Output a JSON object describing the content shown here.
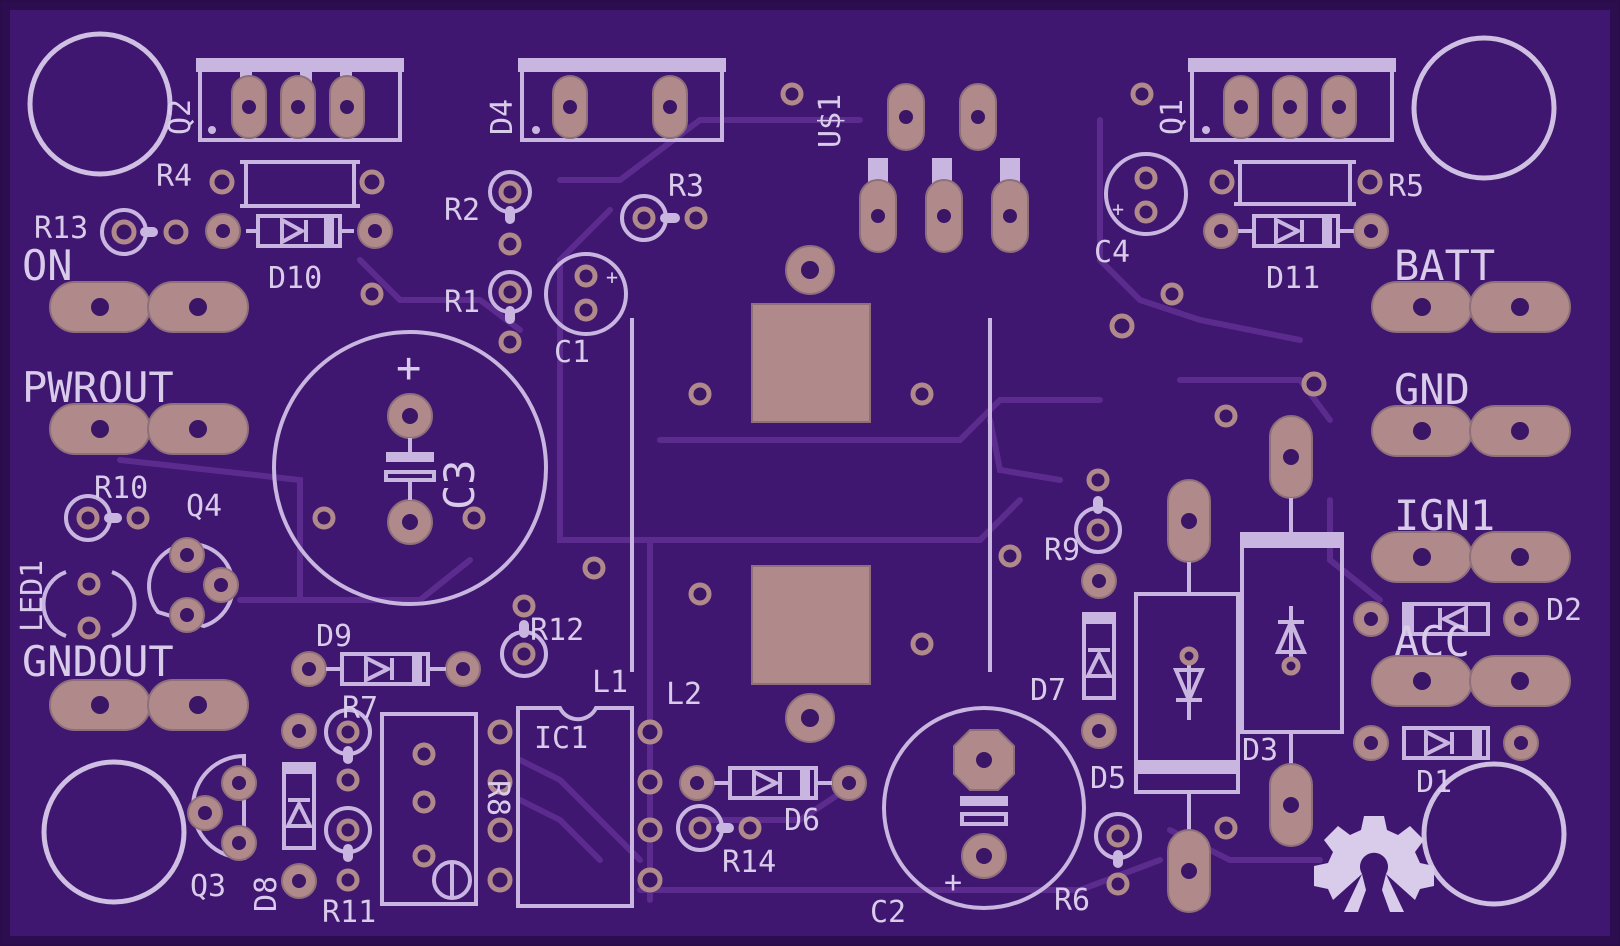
{
  "colors": {
    "board": "#3f1670",
    "copper_pad": "#b08a8a",
    "silkscreen": "#d9cbea"
  },
  "connectors": {
    "on": "ON",
    "pwrout": "PWROUT",
    "gndout": "GNDOUT",
    "batt": "BATT",
    "gnd": "GND",
    "ign1": "IGN1",
    "acc": "ACC"
  },
  "refs": {
    "q2": "Q2",
    "d4": "D4",
    "u1": "U$1",
    "q1": "Q1",
    "r4": "R4",
    "r13": "R13",
    "d10": "D10",
    "r2": "R2",
    "r3": "R3",
    "r1": "R1",
    "c1": "C1",
    "c4": "C4",
    "r5": "R5",
    "d11": "D11",
    "c3": "C3",
    "r10": "R10",
    "q4": "Q4",
    "led1": "LED1",
    "d9": "D9",
    "r12": "R12",
    "l1": "L1",
    "l2": "L2",
    "r9": "R9",
    "d2": "D2",
    "d7": "D7",
    "r7": "R7",
    "ic1": "IC1",
    "r8": "R8",
    "d6": "D6",
    "d5": "D5",
    "d3": "D3",
    "d1": "D1",
    "r14": "R14",
    "q3": "Q3",
    "d8": "D8",
    "r11": "R11",
    "c2": "C2",
    "r6": "R6"
  },
  "polarity": {
    "plus": "+"
  }
}
